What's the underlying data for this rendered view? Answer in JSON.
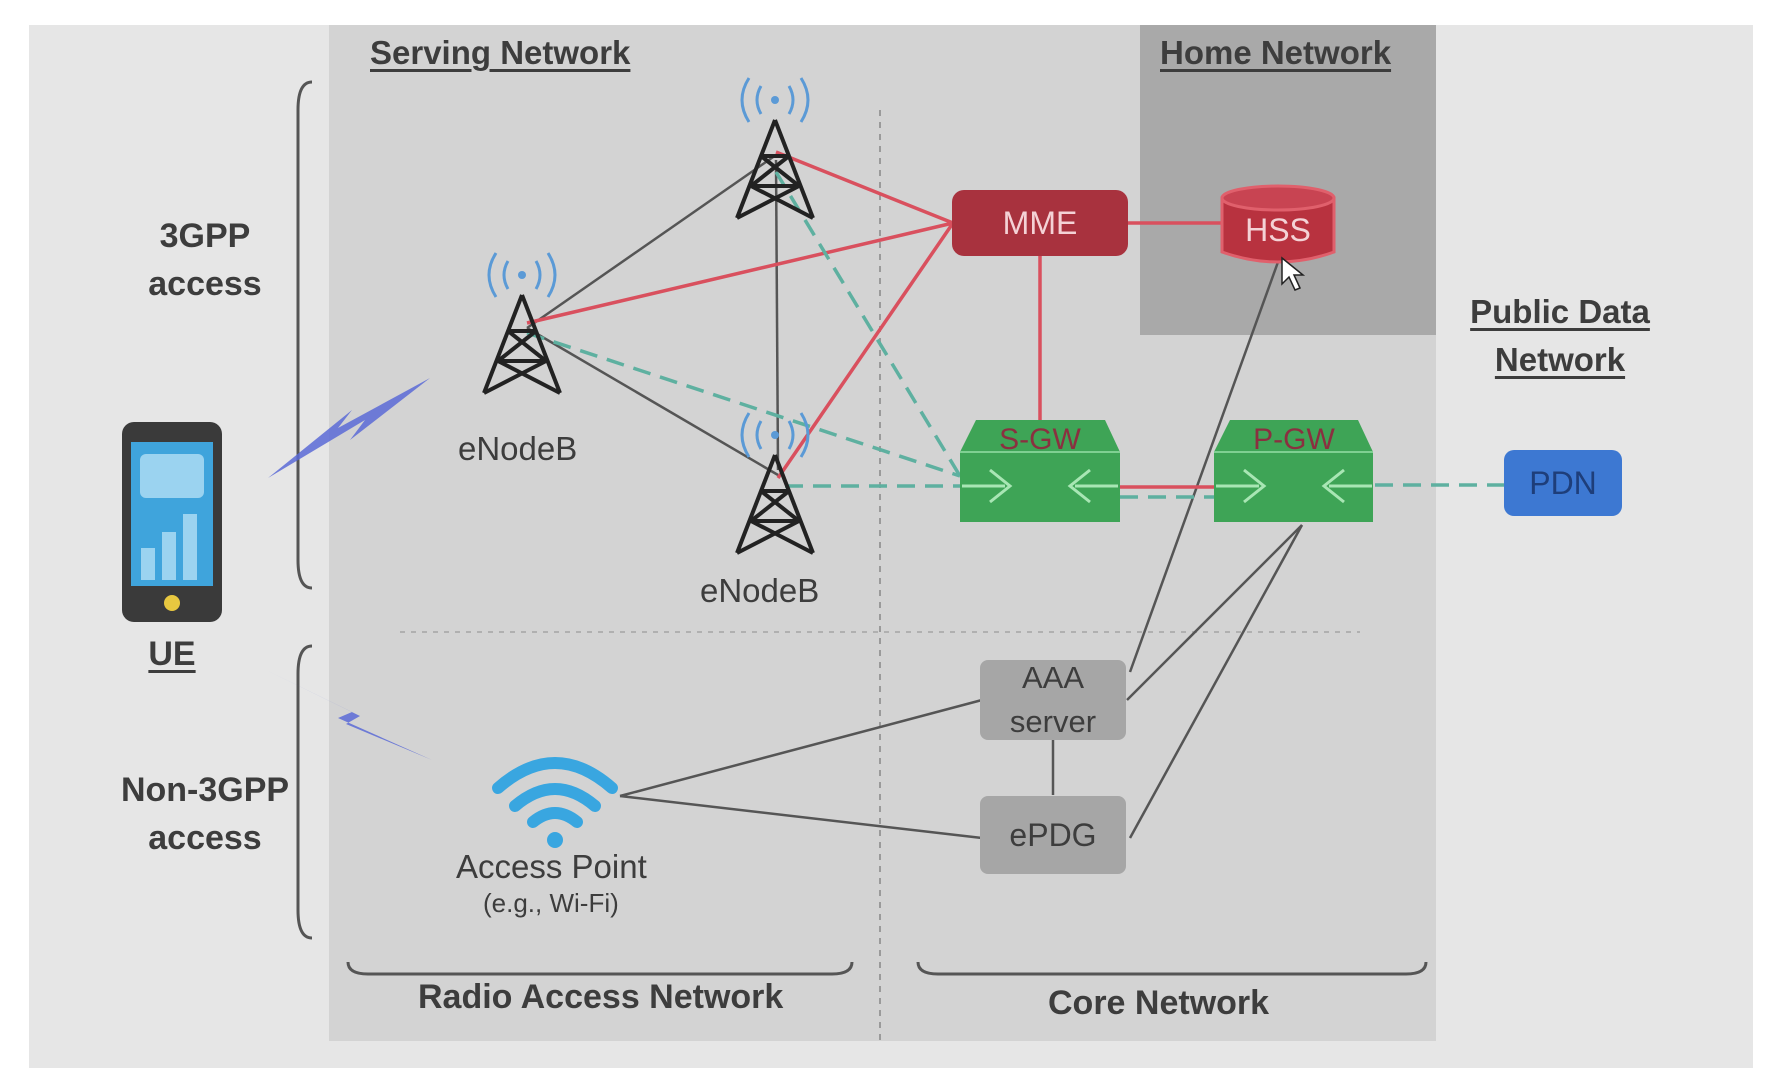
{
  "diagram": {
    "regions": {
      "serving_network": "Serving Network",
      "home_network": "Home Network",
      "public_data_network": "Public Data\nNetwork",
      "radio_access_network": "Radio Access Network",
      "core_network": "Core Network"
    },
    "access": {
      "three_gpp": "3GPP\naccess",
      "non_three_gpp": "Non-3GPP\naccess"
    },
    "nodes": {
      "ue": "UE",
      "enodeb_left": "eNodeB",
      "enodeb_bottom": "eNodeB",
      "access_point": "Access Point",
      "access_point_sub": "(e.g., Wi-Fi)",
      "mme": "MME",
      "hss": "HSS",
      "sgw": "S-GW",
      "pgw": "P-GW",
      "pdn": "PDN",
      "aaa": "AAA\nserver",
      "epdg": "ePDG"
    },
    "colors": {
      "frame": "#e6e6e6",
      "serving_area": "#d3d3d3",
      "home_area": "#a9a9a9",
      "mme": "#a8323e",
      "hss": "#b8323f",
      "gateway": "#3ea456",
      "pdn": "#3d78d2",
      "aaa_epdg": "#a6a6a6",
      "control_link": "#d9505e",
      "user_plane": "#5eb0a0",
      "link": "#555555",
      "radio_signal": "#5b9ad6"
    }
  }
}
